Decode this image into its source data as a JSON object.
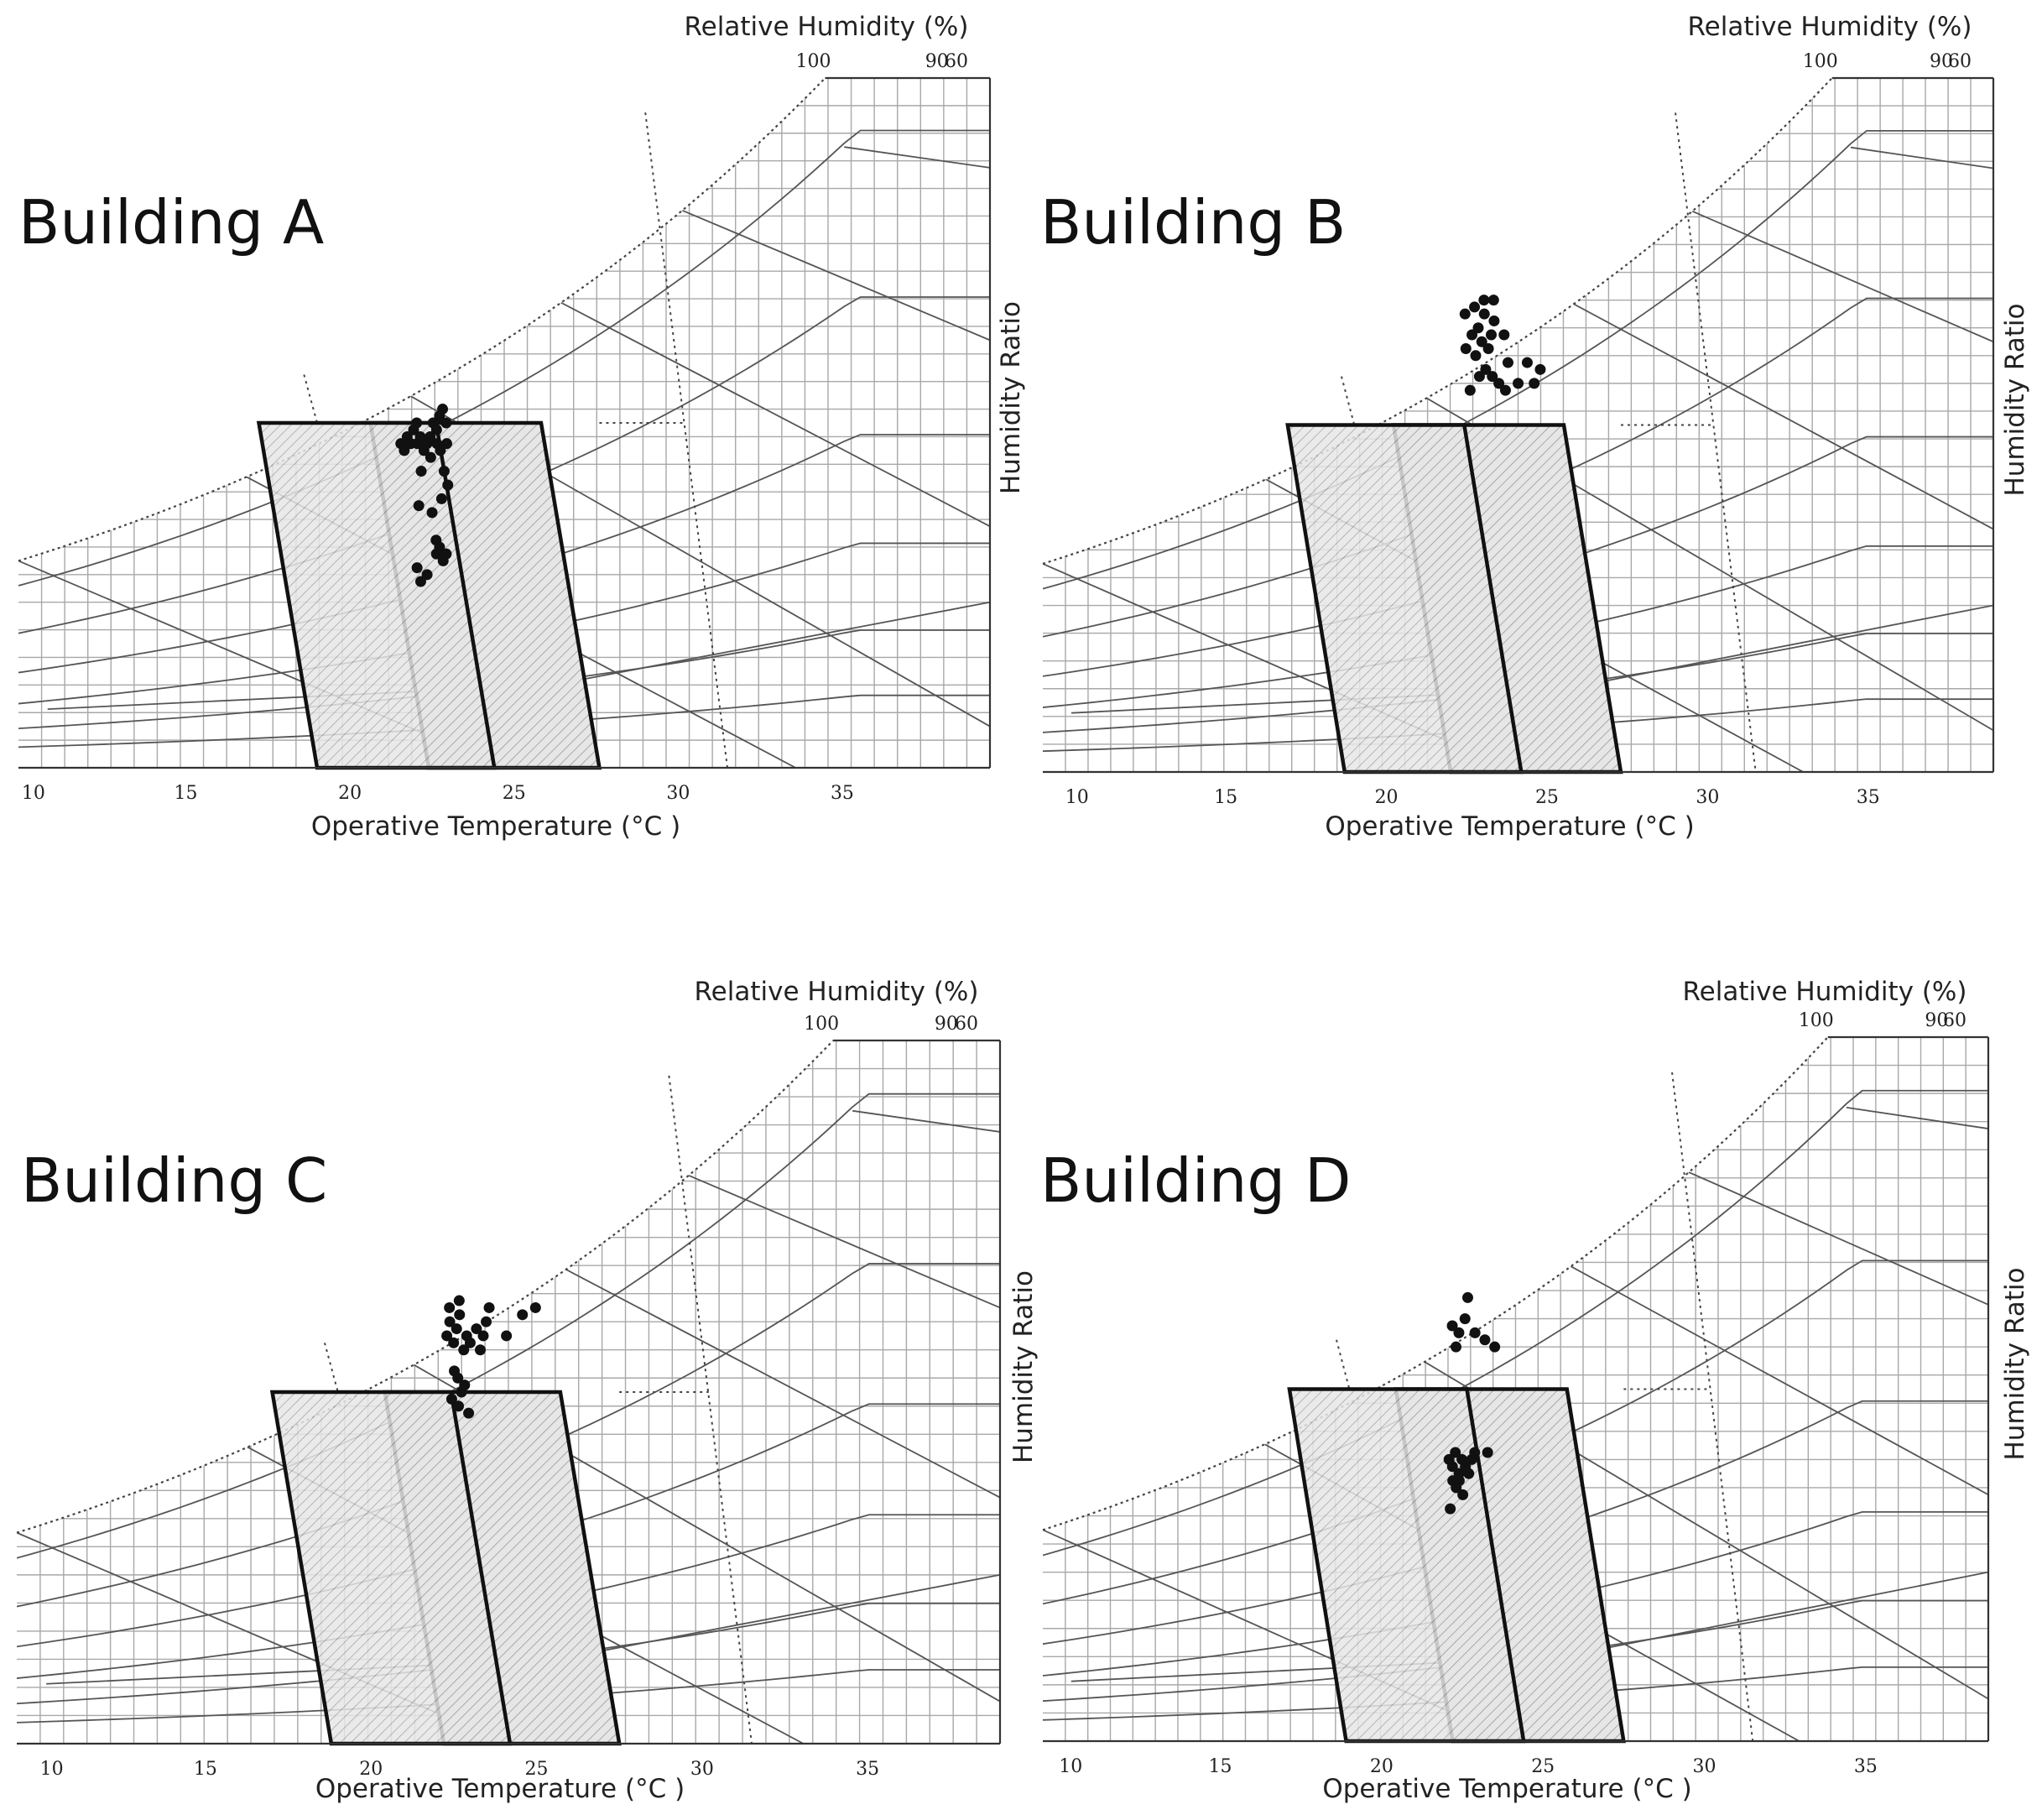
{
  "chart_data": [
    {
      "type": "scatter",
      "title": "Building A",
      "xlabel": "Operative Temperature (°C )",
      "ylabel": "Humidity Ratio",
      "top_label": "Relative Humidity (%)",
      "x_ticks": [
        "10",
        "15",
        "20",
        "25",
        "30",
        "35"
      ],
      "rh_ticks": [
        "100",
        "90",
        "60"
      ],
      "xlim": [
        9.9,
        39.5
      ],
      "comfort_zone": {
        "winter": [
          19.0,
          24.4
        ],
        "summer": [
          22.4,
          27.6
        ]
      },
      "points": [
        [
          21.8,
          0.47
        ],
        [
          21.9,
          0.46
        ],
        [
          22.0,
          0.48
        ],
        [
          22.1,
          0.47
        ],
        [
          22.2,
          0.49
        ],
        [
          22.3,
          0.47
        ],
        [
          22.4,
          0.48
        ],
        [
          22.5,
          0.46
        ],
        [
          22.6,
          0.47
        ],
        [
          22.7,
          0.48
        ],
        [
          22.8,
          0.5
        ],
        [
          22.9,
          0.49
        ],
        [
          23.0,
          0.51
        ],
        [
          23.1,
          0.52
        ],
        [
          23.2,
          0.5
        ],
        [
          22.9,
          0.47
        ],
        [
          23.0,
          0.46
        ],
        [
          22.4,
          0.43
        ],
        [
          22.1,
          0.47
        ],
        [
          22.3,
          0.5
        ],
        [
          22.7,
          0.45
        ],
        [
          23.2,
          0.47
        ],
        [
          23.1,
          0.43
        ],
        [
          22.3,
          0.38
        ],
        [
          22.7,
          0.37
        ],
        [
          23.0,
          0.39
        ],
        [
          23.2,
          0.41
        ],
        [
          22.8,
          0.33
        ],
        [
          22.9,
          0.32
        ],
        [
          23.0,
          0.3
        ],
        [
          22.8,
          0.31
        ],
        [
          22.2,
          0.29
        ],
        [
          22.3,
          0.27
        ],
        [
          22.5,
          0.28
        ],
        [
          23.1,
          0.31
        ]
      ]
    },
    {
      "type": "scatter",
      "title": "Building B",
      "xlabel": "Operative Temperature (°C )",
      "ylabel": "Humidity Ratio",
      "top_label": "Relative Humidity (%)",
      "x_ticks": [
        "10",
        "15",
        "20",
        "25",
        "30",
        "35"
      ],
      "rh_ticks": [
        "100",
        "90",
        "60"
      ],
      "xlim": [
        9.3,
        38.9
      ],
      "comfort_zone": {
        "winter": [
          18.7,
          24.2
        ],
        "summer": [
          22.0,
          27.3
        ]
      },
      "points": [
        [
          22.8,
          0.61
        ],
        [
          23.0,
          0.63
        ],
        [
          23.1,
          0.6
        ],
        [
          23.2,
          0.64
        ],
        [
          23.3,
          0.62
        ],
        [
          23.4,
          0.66
        ],
        [
          23.5,
          0.61
        ],
        [
          23.6,
          0.63
        ],
        [
          23.7,
          0.65
        ],
        [
          23.4,
          0.58
        ],
        [
          23.6,
          0.57
        ],
        [
          23.8,
          0.56
        ],
        [
          24.0,
          0.55
        ],
        [
          23.2,
          0.57
        ],
        [
          22.9,
          0.55
        ],
        [
          24.1,
          0.59
        ],
        [
          24.7,
          0.59
        ],
        [
          24.9,
          0.56
        ],
        [
          25.1,
          0.58
        ],
        [
          24.4,
          0.56
        ],
        [
          23.1,
          0.67
        ],
        [
          23.4,
          0.68
        ],
        [
          23.7,
          0.68
        ],
        [
          22.8,
          0.66
        ],
        [
          24.0,
          0.63
        ]
      ]
    },
    {
      "type": "scatter",
      "title": "Building C",
      "xlabel": "Operative Temperature (°C )",
      "ylabel": "Humidity Ratio",
      "top_label": "Relative Humidity (%)",
      "x_ticks": [
        "10",
        "15",
        "20",
        "25",
        "30",
        "35"
      ],
      "rh_ticks": [
        "100",
        "90",
        "60"
      ],
      "xlim": [
        9.3,
        39.0
      ],
      "comfort_zone": {
        "winter": [
          18.8,
          24.2
        ],
        "summer": [
          22.2,
          27.5
        ]
      },
      "points": [
        [
          22.6,
          0.58
        ],
        [
          22.7,
          0.6
        ],
        [
          22.8,
          0.57
        ],
        [
          22.9,
          0.59
        ],
        [
          23.0,
          0.61
        ],
        [
          23.1,
          0.56
        ],
        [
          23.2,
          0.58
        ],
        [
          23.3,
          0.57
        ],
        [
          23.5,
          0.59
        ],
        [
          23.6,
          0.56
        ],
        [
          23.7,
          0.58
        ],
        [
          23.8,
          0.6
        ],
        [
          23.9,
          0.62
        ],
        [
          22.8,
          0.53
        ],
        [
          22.9,
          0.52
        ],
        [
          23.0,
          0.5
        ],
        [
          23.1,
          0.51
        ],
        [
          22.7,
          0.49
        ],
        [
          22.9,
          0.48
        ],
        [
          23.2,
          0.47
        ],
        [
          24.4,
          0.58
        ],
        [
          24.9,
          0.61
        ],
        [
          25.3,
          0.62
        ],
        [
          22.7,
          0.62
        ],
        [
          23.0,
          0.63
        ]
      ]
    },
    {
      "type": "scatter",
      "title": "Building D",
      "xlabel": "Operative Temperature (°C )",
      "ylabel": "Humidity Ratio",
      "top_label": "Relative Humidity (%)",
      "x_ticks": [
        "10",
        "15",
        "20",
        "25",
        "30",
        "35"
      ],
      "rh_ticks": [
        "100",
        "90",
        "60"
      ],
      "xlim": [
        9.5,
        38.8
      ],
      "comfort_zone": {
        "winter": [
          18.9,
          24.4
        ],
        "summer": [
          22.2,
          27.5
        ]
      },
      "points": [
        [
          22.5,
          0.59
        ],
        [
          22.7,
          0.58
        ],
        [
          22.9,
          0.6
        ],
        [
          23.0,
          0.63
        ],
        [
          23.2,
          0.58
        ],
        [
          23.5,
          0.57
        ],
        [
          23.8,
          0.56
        ],
        [
          22.6,
          0.56
        ],
        [
          22.3,
          0.4
        ],
        [
          22.4,
          0.39
        ],
        [
          22.5,
          0.41
        ],
        [
          22.6,
          0.38
        ],
        [
          22.7,
          0.4
        ],
        [
          22.8,
          0.39
        ],
        [
          22.9,
          0.38
        ],
        [
          23.0,
          0.4
        ],
        [
          22.6,
          0.37
        ],
        [
          22.5,
          0.36
        ],
        [
          22.7,
          0.35
        ],
        [
          23.1,
          0.41
        ],
        [
          23.5,
          0.41
        ],
        [
          22.3,
          0.33
        ],
        [
          22.4,
          0.37
        ]
      ]
    }
  ]
}
